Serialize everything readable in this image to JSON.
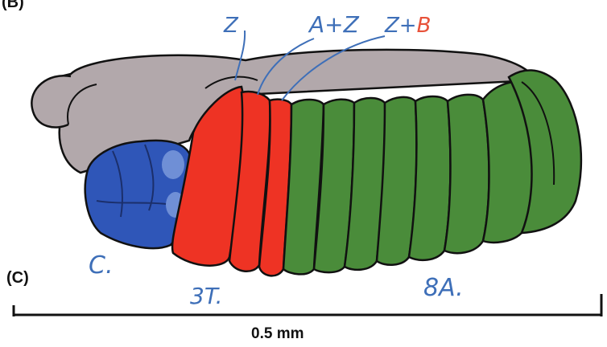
{
  "figure": {
    "panel_label_top": "(B)",
    "panel_label_c": "(C)",
    "colors": {
      "background": "#ffffff",
      "head_and_dorsal": "#b2a8ab",
      "head_region": "#2f56b8",
      "thoracic_region": "#ee3324",
      "abdominal_region": "#4a8c3a",
      "annotation_ink": "#3e6fb8",
      "annotation_red": "#e8523a",
      "outline": "#111111"
    }
  },
  "annotations": {
    "z": "Z",
    "a_plus_z": "A+Z",
    "z_part": "Z+",
    "b_part": "B",
    "head_label": "C.",
    "thorax_label": "3T.",
    "abdomen_label": "8A."
  },
  "scale_bar": {
    "label": "0.5 mm"
  }
}
